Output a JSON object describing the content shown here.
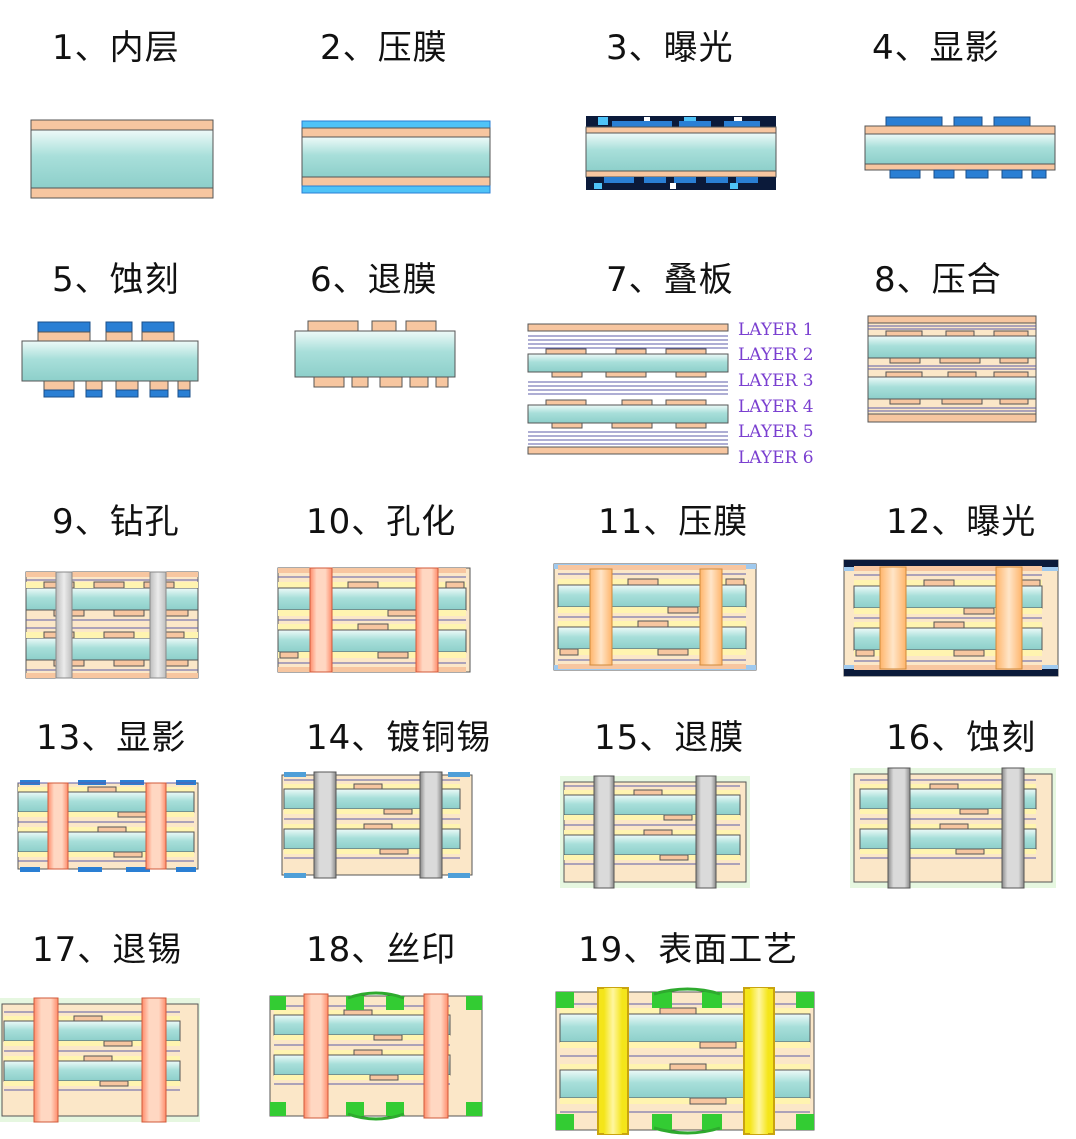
{
  "steps": [
    {
      "label": "1、内层"
    },
    {
      "label": "2、压膜"
    },
    {
      "label": "3、曝光"
    },
    {
      "label": "4、显影"
    },
    {
      "label": "5、蚀刻"
    },
    {
      "label": "6、退膜"
    },
    {
      "label": "7、叠板"
    },
    {
      "label": "8、压合"
    },
    {
      "label": "9、钻孔"
    },
    {
      "label": "10、孔化"
    },
    {
      "label": "11、压膜"
    },
    {
      "label": "12、曝光"
    },
    {
      "label": "13、显影"
    },
    {
      "label": "14、镀铜锡"
    },
    {
      "label": "15、退膜"
    },
    {
      "label": "16、蚀刻"
    },
    {
      "label": "17、退锡"
    },
    {
      "label": "18、丝印"
    },
    {
      "label": "19、表面工艺"
    }
  ],
  "layer_labels": [
    "LAYER 1",
    "LAYER 2",
    "LAYER 3",
    "LAYER 4",
    "LAYER 5",
    "LAYER 6"
  ],
  "colors": {
    "copper": "#f7c6a0",
    "core_top": "#dff6f3",
    "core_mid": "#9fd9d4",
    "dry_film": "#2a7fd4",
    "film_light": "#4fc3f7",
    "prepreg": "#fff4b0",
    "drill": "#cfcfcf",
    "plating": "#ff9c80",
    "tin": "#a9a9a9",
    "solder_mask": "#33cc33",
    "finish": "#f4e51a",
    "layer_text": "#7a3fd0"
  }
}
